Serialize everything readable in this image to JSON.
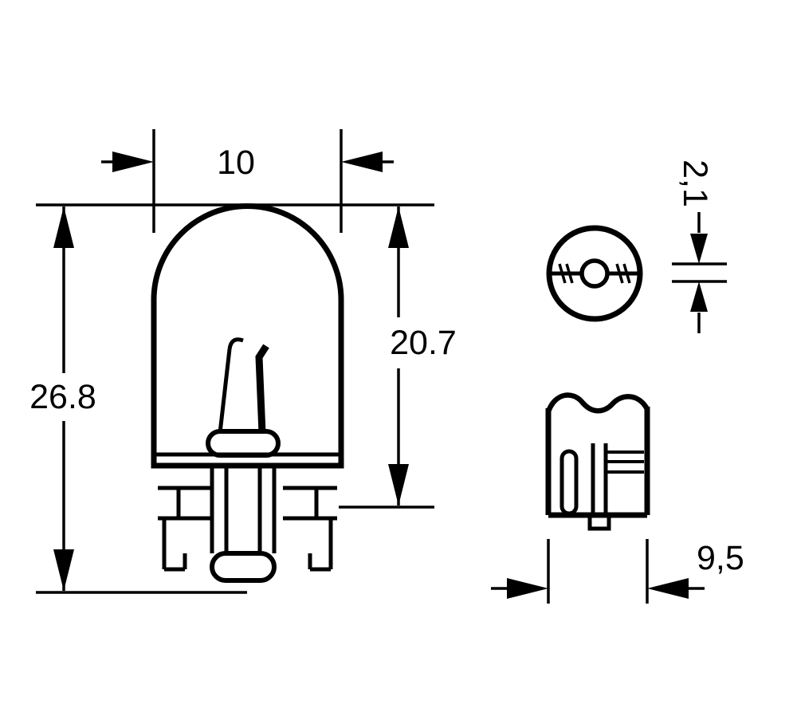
{
  "dimensions": {
    "bulb_diameter": "10",
    "overall_length": "26.8",
    "glass_length": "20.7",
    "wedge_thickness": "2,1",
    "base_width": "9,5"
  }
}
